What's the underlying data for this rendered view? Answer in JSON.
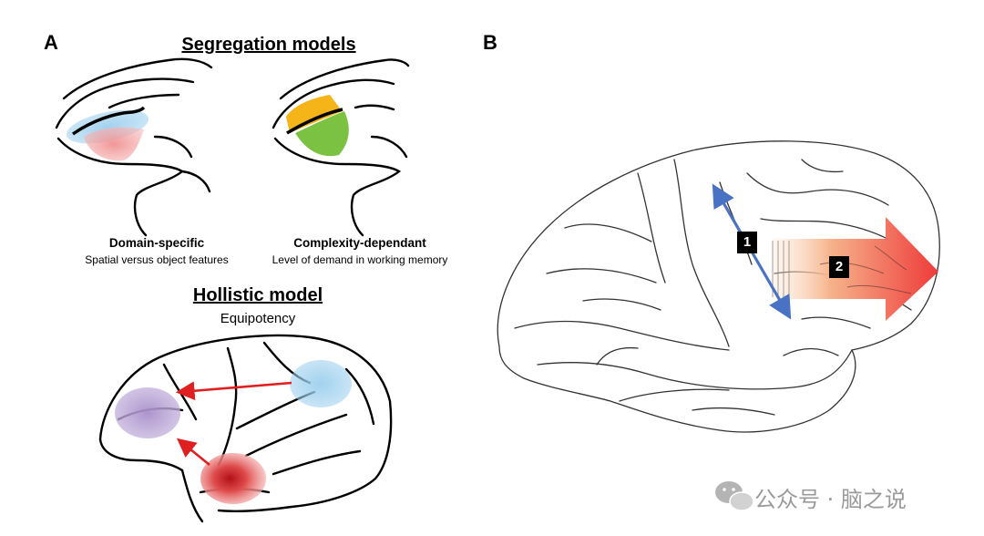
{
  "panel_a": {
    "letter": "A",
    "segregation_title": "Segregation models",
    "domain_specific": {
      "title": "Domain-specific",
      "subtitle": "Spatial versus object features"
    },
    "complexity_dependant": {
      "title": "Complexity-dependant",
      "subtitle": "Level of demand in working memory"
    },
    "holistic_title": "Hollistic model",
    "holistic_subtitle": "Equipotency"
  },
  "panel_b": {
    "letter": "B",
    "label_1": "1",
    "label_2": "2"
  },
  "watermark": {
    "text": "公众号 · 脑之说",
    "icon": "wechat-icon"
  },
  "colors": {
    "blue_region": "#9ccfee",
    "red_region": "#f2a0a0",
    "orange_region": "#f5b417",
    "green_region": "#7cc242",
    "purple_region": "#a98ec9",
    "arrow_red": "#e02020",
    "arrow_blue": "#4a72c4"
  }
}
